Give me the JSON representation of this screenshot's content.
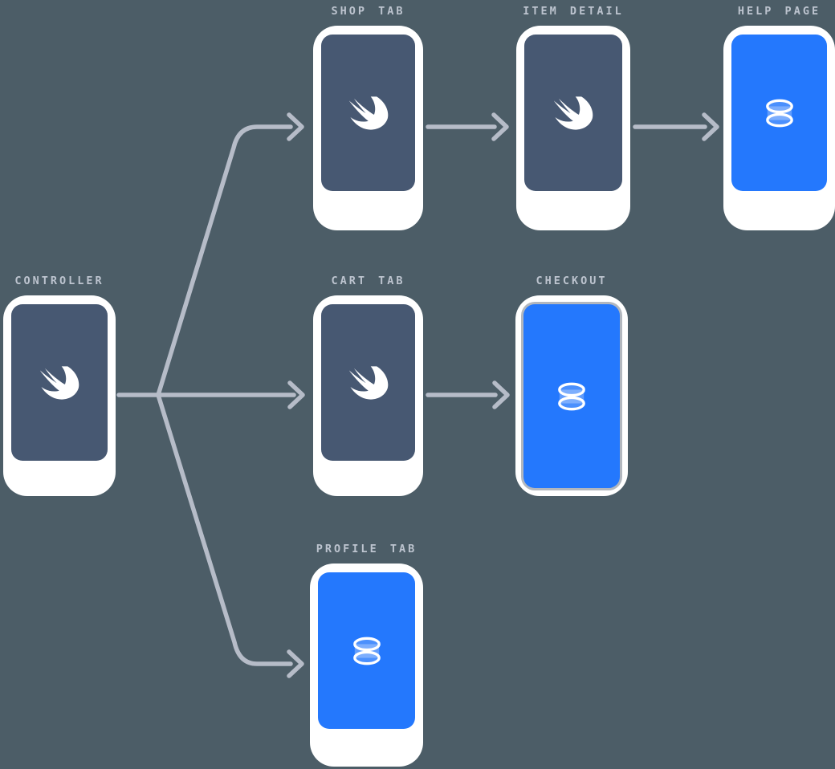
{
  "diagram": {
    "type": "app-navigation-flow",
    "nodes": [
      {
        "id": "controller",
        "label": "CONTROLLER",
        "icon": "swift-bird-icon",
        "screen_color": "slate",
        "home_indicator": true
      },
      {
        "id": "shop-tab",
        "label": "SHOP TAB",
        "icon": "swift-bird-icon",
        "screen_color": "slate",
        "home_indicator": true
      },
      {
        "id": "item-detail",
        "label": "ITEM DETAIL",
        "icon": "swift-bird-icon",
        "screen_color": "slate",
        "home_indicator": true
      },
      {
        "id": "help-page",
        "label": "HELP PAGE",
        "icon": "database-icon",
        "screen_color": "blue",
        "home_indicator": true
      },
      {
        "id": "cart-tab",
        "label": "CART TAB",
        "icon": "swift-bird-icon",
        "screen_color": "slate",
        "home_indicator": true
      },
      {
        "id": "checkout",
        "label": "CHECKOUT",
        "icon": "database-icon",
        "screen_color": "blue",
        "home_indicator": false
      },
      {
        "id": "profile-tab",
        "label": "PROFILE TAB",
        "icon": "database-icon",
        "screen_color": "blue",
        "home_indicator": true
      }
    ],
    "edges": [
      {
        "from": "CONTROLLER",
        "to": "SHOP TAB"
      },
      {
        "from": "CONTROLLER",
        "to": "CART TAB"
      },
      {
        "from": "CONTROLLER",
        "to": "PROFILE TAB"
      },
      {
        "from": "SHOP TAB",
        "to": "ITEM DETAIL"
      },
      {
        "from": "ITEM DETAIL",
        "to": "HELP PAGE"
      },
      {
        "from": "CART TAB",
        "to": "CHECKOUT"
      }
    ]
  },
  "colors": {
    "background": "#4C5D67",
    "phone_frame": "#FFFFFF",
    "screen_slate": "#475872",
    "screen_blue": "#2478FD",
    "arrow": "#B6BCC8",
    "label": "#BDC4CF",
    "icon": "#FFFFFF"
  }
}
